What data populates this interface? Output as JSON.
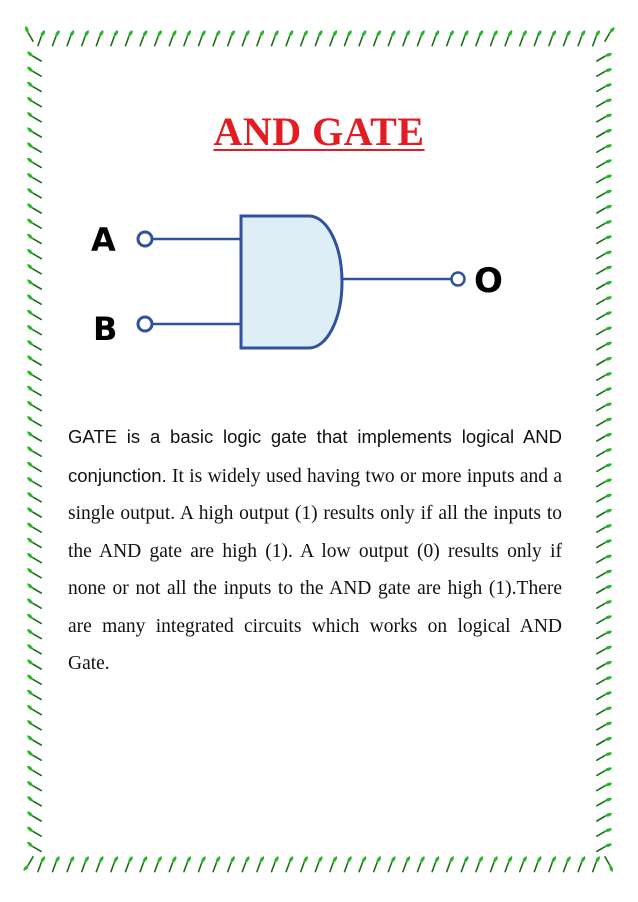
{
  "page": {
    "title": "AND  GATE",
    "paragraph_lead": "GATE is a basic logic gate that implements logical AND conjunction.",
    "paragraph_rest": " It is widely used having two or more inputs and a single output. A high output (1) results only if all the inputs to the AND gate are high (1). A low output (0) results only if none or not all the inputs to the AND gate are high (1).There are many integrated circuits which works on logical AND Gate."
  },
  "diagram": {
    "input_a_label": "A",
    "input_b_label": "B",
    "output_label": "O",
    "gate_fill": "#deeef6",
    "wire_color": "#3051a0"
  },
  "border": {
    "leaf_color": "#2bb52b",
    "stem_color": "#1a6e1a"
  }
}
